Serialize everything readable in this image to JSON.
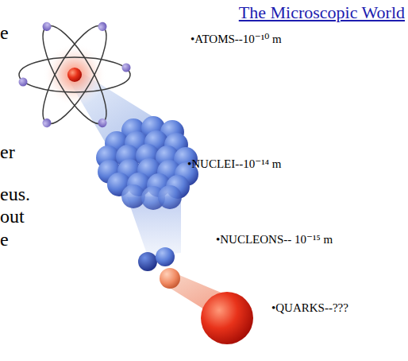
{
  "diagram": {
    "title": "The Microscopic World",
    "labels": [
      "e",
      "•ATOMS--10⁻¹⁰ m",
      "er",
      "•NUCLEI--10⁻¹⁴ m",
      "eus.",
      "out",
      "e",
      "•NUCLEONS-- 10⁻¹⁵ m",
      "•QUARKS--???"
    ]
  }
}
